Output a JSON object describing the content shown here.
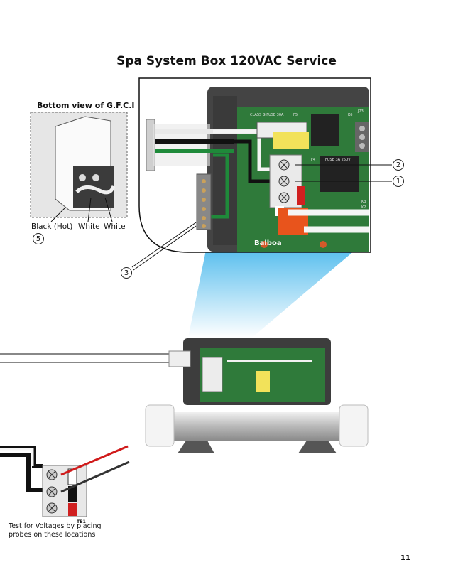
{
  "title": "Spa System Box 120VAC Service",
  "gfci": {
    "caption": "Bottom view of G.F.C.I",
    "label_black": "Black (Hot)",
    "label_white1": "White",
    "label_white2": "White",
    "callout": "5"
  },
  "callouts": {
    "c1": "1",
    "c2": "2",
    "c3": "3"
  },
  "board": {
    "fuse_label": "CLASS G  FUSE 30A",
    "f5": "F5",
    "k6": "K6",
    "j23": "J23",
    "f4_label": "FUSE 3A 250V",
    "f4": "F4",
    "k3": "K3",
    "k2": "K2",
    "brand": "Balboa"
  },
  "test_note": "Test for Voltages by placing probes on these locations",
  "tb1": "TB1",
  "page_number": "11",
  "colors": {
    "board": "#2f7a3a",
    "enclosure": "#3a3a3a",
    "beam": "#6cc8f0",
    "probe_red": "#d01a1a"
  }
}
